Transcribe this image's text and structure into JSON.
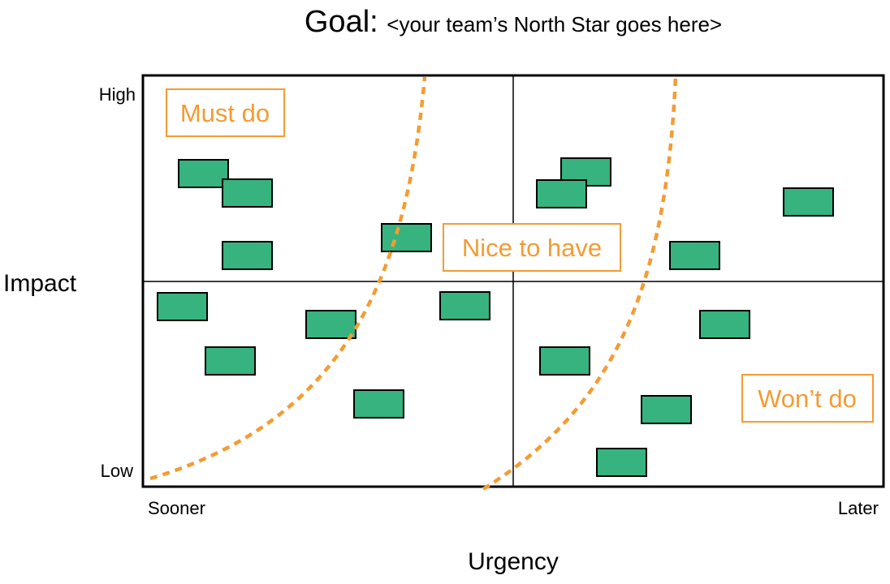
{
  "title": {
    "main": "Goal:",
    "sub": "<your team’s North Star goes here>"
  },
  "axes": {
    "y_label": "Impact",
    "y_high": "High",
    "y_low": "Low",
    "x_label": "Urgency",
    "x_low": "Sooner",
    "x_high": "Later"
  },
  "zones": {
    "must_do": "Must do",
    "nice_to_have": "Nice to have",
    "wont_do": "Won’t do"
  },
  "colors": {
    "zone": "#F39C33",
    "note": "#36B37E",
    "line": "#000000"
  },
  "note_count": 17
}
